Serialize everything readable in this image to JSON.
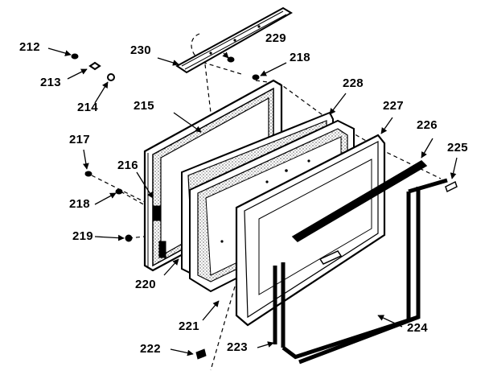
{
  "diagram": {
    "labels": {
      "p212": "212",
      "p213": "213",
      "p214": "214",
      "p230": "230",
      "p229": "229",
      "p218a": "218",
      "p228": "228",
      "p215": "215",
      "p227": "227",
      "p226": "226",
      "p225": "225",
      "p217": "217",
      "p216": "216",
      "p218b": "218",
      "p219": "219",
      "p220": "220",
      "p221": "221",
      "p222": "222",
      "p223": "223",
      "p224": "224"
    }
  },
  "colors": {
    "ink": "#000000",
    "paper": "#ffffff"
  }
}
